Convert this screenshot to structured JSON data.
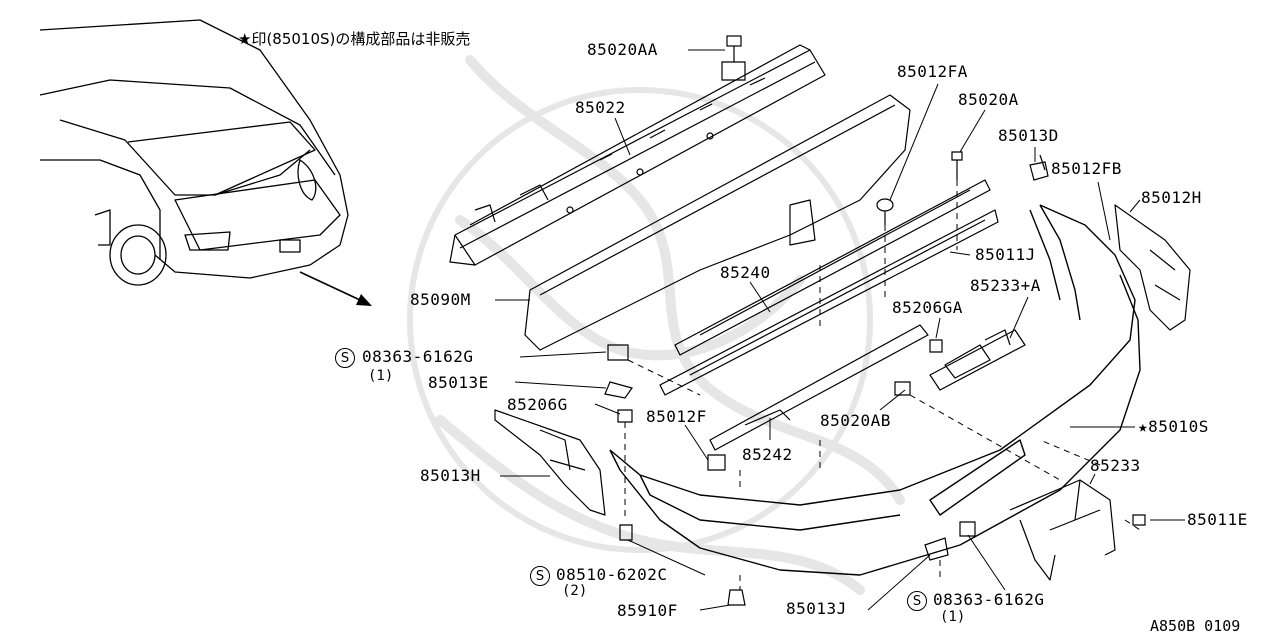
{
  "note": "★印(85010S)の構成部品は非販売",
  "diagram_code": "A850B 0109",
  "service_marker": "S",
  "parts": {
    "p85020AA": "85020AA",
    "p85022": "85022",
    "p85012FA": "85012FA",
    "p85020A": "85020A",
    "p85013D": "85013D",
    "p85012FB": "85012FB",
    "p85012H": "85012H",
    "p85011J": "85011J",
    "p85240": "85240",
    "p85233A": "85233+A",
    "p85090M": "85090M",
    "p85206GA": "85206GA",
    "p08363_top": "08363-6162G",
    "p85013E": "85013E",
    "p85206G": "85206G",
    "p85012F": "85012F",
    "p85020AB": "85020AB",
    "p85010S": "★85010S",
    "p85242": "85242",
    "p85013H": "85013H",
    "p85233": "85233",
    "p85011E": "85011E",
    "p08510": "08510-6202C",
    "p85910F": "85910F",
    "p85013J": "85013J",
    "p08363_bottom": "08363-6162G"
  },
  "quantities": {
    "q08363_top": "(1)",
    "q08510": "(2)",
    "q08363_bottom": "(1)"
  }
}
